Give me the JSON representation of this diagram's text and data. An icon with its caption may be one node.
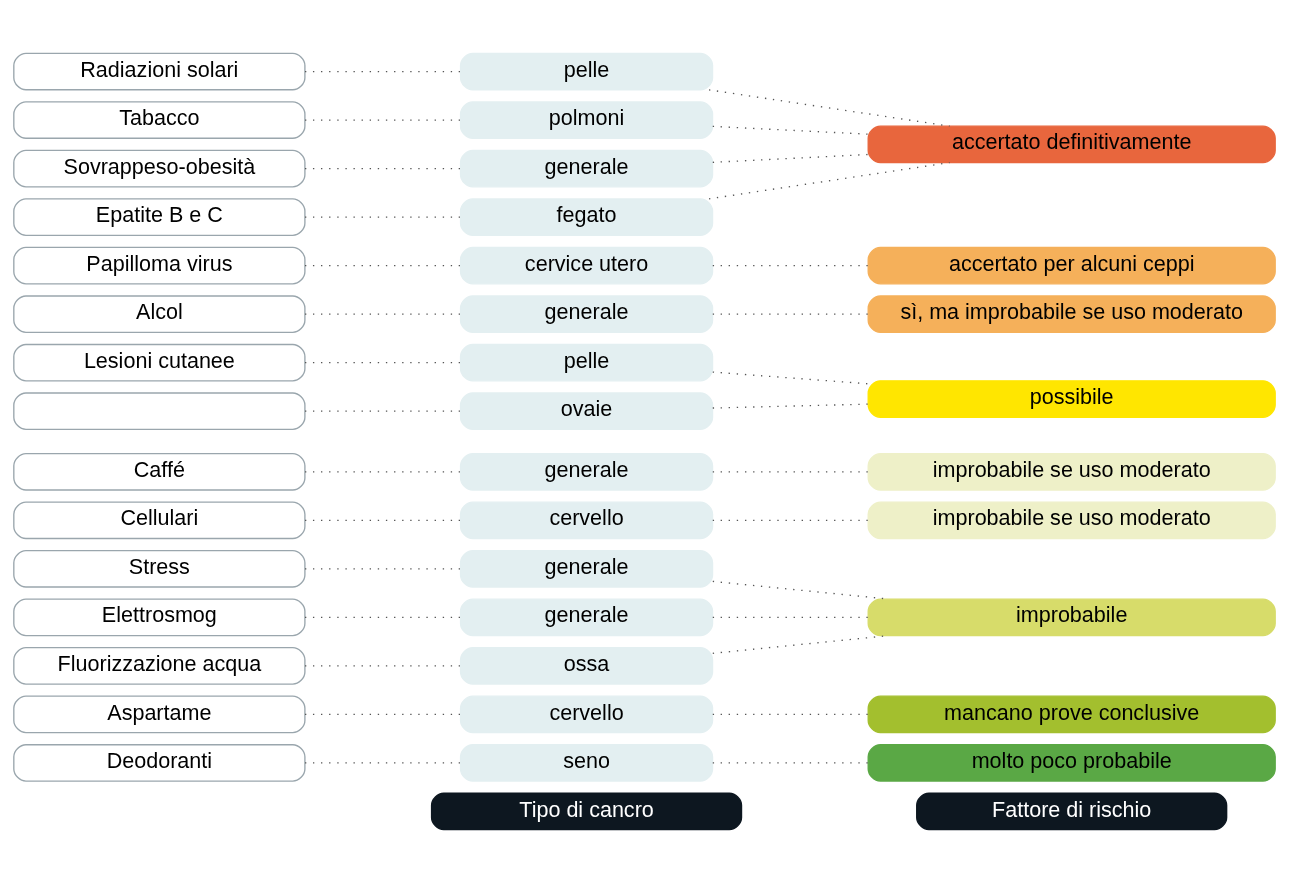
{
  "diagram": {
    "nodes": [
      {
        "text": [
          "Tipo di cancro"
        ]
      },
      {
        "text": [
          "Fattore di rischio"
        ]
      },
      {
        "text": [
          "Sovrappeso-obesità"
        ]
      },
      {
        "text": [
          "generale"
        ]
      },
      {
        "text": [
          "accertato definitivamente"
        ]
      },
      {
        "text": [
          "Tabacco"
        ]
      },
      {
        "text": [
          "polmoni"
        ]
      },
      {
        "text": [
          "Radiazioni solari"
        ]
      },
      {
        "text": [
          "pelle"
        ]
      },
      {
        "text": [
          "Epatite B e C"
        ]
      },
      {
        "text": [
          "fegato"
        ]
      },
      {
        "text": [
          "Papilloma virus"
        ]
      },
      {
        "text": [
          "cervice utero"
        ]
      },
      {
        "text": [
          "accertato per alcuni ceppi"
        ]
      },
      {
        "text": [
          "Alcol"
        ]
      },
      {
        "text": [
          "generale"
        ]
      },
      {
        "text": [
          "sì, ma improbabile se uso moderato"
        ]
      },
      {
        "text": [
          "Lesioni cutanee"
        ]
      },
      {
        "text": [
          "pelle"
        ]
      },
      {
        "text": [
          "possibile"
        ]
      },
      {
        "text": [],
        "shape": "box"
      },
      {
        "text": [
          "ovaie"
        ]
      },
      {
        "text": [
          "Caffé"
        ]
      },
      {
        "text": [
          "generale"
        ]
      },
      {
        "text": [
          "improbabile se uso moderato"
        ]
      },
      {
        "text": [
          "Cellulari"
        ]
      },
      {
        "text": [
          "cervello"
        ]
      },
      {
        "text": [
          "improbabile se uso moderato"
        ]
      },
      {
        "text": [
          "Elettrosmog"
        ]
      },
      {
        "text": [
          "generale"
        ]
      },
      {
        "text": [
          "improbabile"
        ]
      },
      {
        "text": [
          "Stress"
        ]
      },
      {
        "text": [
          "generale"
        ]
      },
      {
        "text": [
          "Fluorizzazione acqua"
        ]
      },
      {
        "text": [
          "ossa"
        ]
      },
      {
        "text": [
          "Aspartame"
        ]
      },
      {
        "text": [
          "cervello"
        ]
      },
      {
        "text": [
          "mancano prove conclusive"
        ]
      },
      {
        "text": [
          "Deodoranti"
        ]
      },
      {
        "text": [
          "seno"
        ]
      },
      {
        "text": [
          "molto poco probabile"
        ]
      }
    ],
    "edges": [
      {
        "from": 2,
        "to": 3,
        "arrow": "none"
      },
      {
        "from": 3,
        "to": 4,
        "arrow": "none"
      },
      {
        "from": 5,
        "to": 6,
        "arrow": "none"
      },
      {
        "from": 6,
        "to": 4,
        "arrow": "none"
      },
      {
        "from": 7,
        "to": 8,
        "arrow": "none"
      },
      {
        "from": 8,
        "to": 4,
        "arrow": "none"
      },
      {
        "from": 9,
        "to": 10,
        "arrow": "none"
      },
      {
        "from": 10,
        "to": 4,
        "arrow": "none"
      },
      {
        "from": 11,
        "to": 12,
        "arrow": "none"
      },
      {
        "from": 12,
        "to": 13,
        "arrow": "none"
      },
      {
        "from": 14,
        "to": 15,
        "arrow": "none"
      },
      {
        "from": 15,
        "to": 16,
        "arrow": "none"
      },
      {
        "from": 17,
        "to": 18,
        "arrow": "none"
      },
      {
        "from": 18,
        "to": 19,
        "arrow": "none"
      },
      {
        "from": 20,
        "to": 21,
        "arrow": "none"
      },
      {
        "from": 21,
        "to": 19,
        "arrow": "none"
      },
      {
        "from": 22,
        "to": 23,
        "arrow": "none"
      },
      {
        "from": 23,
        "to": 24,
        "arrow": "none"
      },
      {
        "from": 25,
        "to": 26,
        "arrow": "none"
      },
      {
        "from": 26,
        "to": 27,
        "arrow": "none"
      },
      {
        "from": 28,
        "to": 29,
        "arrow": "none"
      },
      {
        "from": 29,
        "to": 30,
        "arrow": "none"
      },
      {
        "from": 31,
        "to": 32,
        "arrow": "none"
      },
      {
        "from": 32,
        "to": 30,
        "arrow": "none"
      },
      {
        "from": 33,
        "to": 34,
        "arrow": "none"
      },
      {
        "from": 34,
        "to": 30,
        "arrow": "none"
      },
      {
        "from": 35,
        "to": 36,
        "arrow": "none"
      },
      {
        "from": 36,
        "to": 37,
        "arrow": "none"
      },
      {
        "from": 38,
        "to": 39,
        "arrow": "none"
      },
      {
        "from": 39,
        "to": 40,
        "arrow": "none"
      }
    ]
  }
}
